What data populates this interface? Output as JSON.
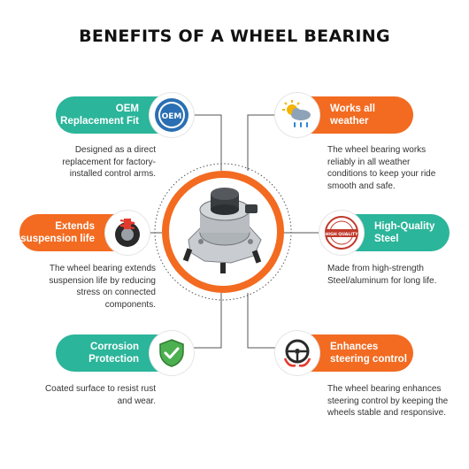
{
  "title": "BENEFITS OF A WHEEL BEARING",
  "colors": {
    "teal": "#2bb59a",
    "orange": "#f26b21",
    "line": "#555555"
  },
  "benefits": [
    {
      "label": "OEM Replacement Fit",
      "icon": "oem-badge-icon",
      "badge_text": "OEM",
      "description": "Designed as a direct replacement for factory-installed control arms."
    },
    {
      "label": "Works all weather",
      "icon": "weather-icon",
      "description": "The wheel bearing works reliably in all weather conditions to keep your ride smooth and safe."
    },
    {
      "label": "Extends suspension life",
      "icon": "suspension-icon",
      "description": "The wheel bearing extends suspension life by reducing stress on connected components."
    },
    {
      "label": "High-Quality Steel",
      "icon": "quality-stamp-icon",
      "badge_text": "HIGH QUALITY",
      "description": "Made from high-strength Steel/aluminum for long life."
    },
    {
      "label": "Corrosion Protection",
      "icon": "shield-check-icon",
      "description": "Coated surface to resist rust and wear."
    },
    {
      "label": "Enhances steering control",
      "icon": "steering-wheel-icon",
      "description": "The wheel bearing enhances steering control by keeping the wheels stable and responsive."
    }
  ],
  "product": {
    "icon": "wheel-bearing-hub-icon"
  }
}
